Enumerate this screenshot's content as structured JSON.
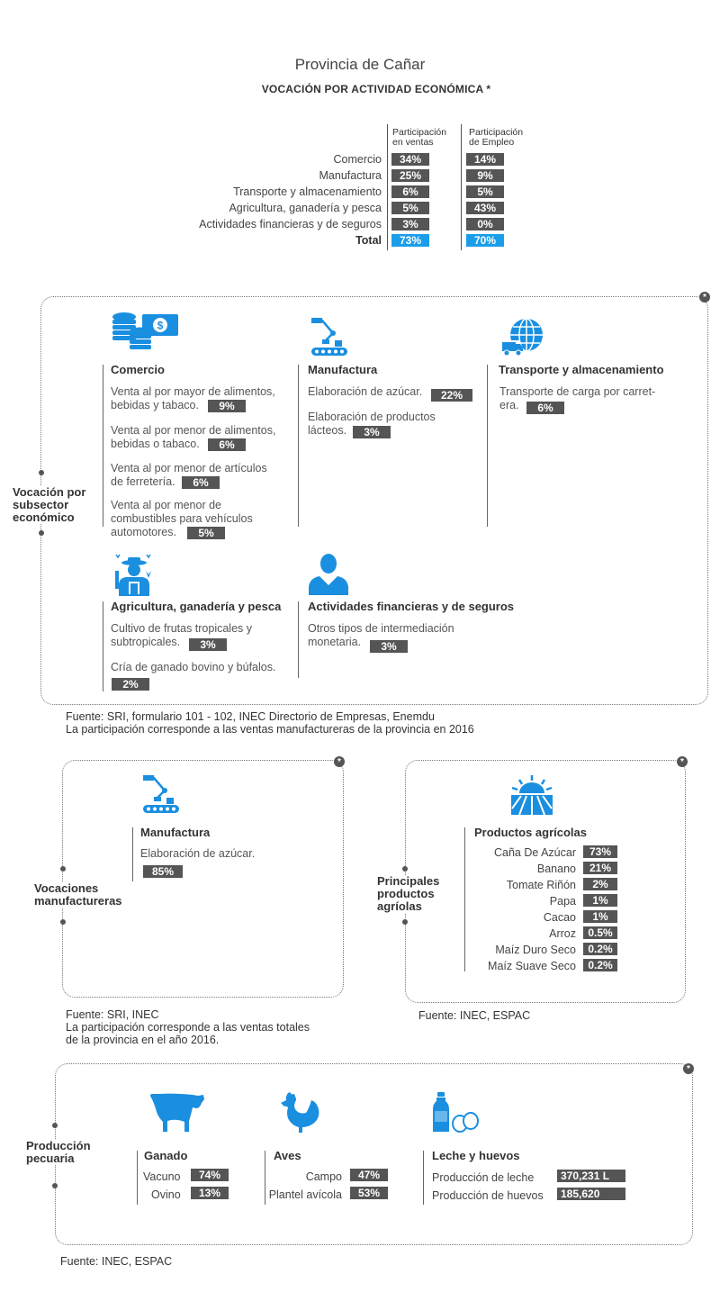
{
  "header": {
    "title": "Provincia de Cañar",
    "subtitle": "VOCACIÓN POR ACTIVIDAD ECONÓMICA *"
  },
  "summary": {
    "col1_header": [
      "Participación",
      "en ventas"
    ],
    "col2_header": [
      "Participación",
      "de Empleo"
    ],
    "rows": [
      {
        "label": "Comercio",
        "ventas": "34%",
        "empleo": "14%"
      },
      {
        "label": "Manufactura",
        "ventas": "25%",
        "empleo": "9%"
      },
      {
        "label": "Transporte y almacenamiento",
        "ventas": "6%",
        "empleo": "5%"
      },
      {
        "label": "Agricultura, ganadería y pesca",
        "ventas": "5%",
        "empleo": "43%"
      },
      {
        "label": "Actividades financieras y de seguros",
        "ventas": "3%",
        "empleo": "0%"
      }
    ],
    "total": {
      "label": "Total",
      "ventas": "73%",
      "empleo": "70%"
    }
  },
  "subsector": {
    "side_label": [
      "Vocación por",
      "subsector",
      "económico"
    ],
    "comercio": {
      "title": "Comercio",
      "items": [
        {
          "lines": [
            "Venta al por mayor de alimentos,",
            "bebidas y tabaco."
          ],
          "value": "9%"
        },
        {
          "lines": [
            "Venta al por menor de alimentos,",
            "bebidas o tabaco."
          ],
          "value": "6%"
        },
        {
          "lines": [
            "Venta al por menor de artículos",
            "de ferretería."
          ],
          "value": "6%"
        },
        {
          "lines": [
            "Venta al por menor de",
            "combustibles para vehículos",
            "automotores."
          ],
          "value": "5%"
        }
      ]
    },
    "manufactura": {
      "title": "Manufactura",
      "items": [
        {
          "lines": [
            "Elaboración de azúcar."
          ],
          "value": "22%"
        },
        {
          "lines": [
            "Elaboración de productos",
            "lácteos."
          ],
          "value": "3%"
        }
      ]
    },
    "transporte": {
      "title": "Transporte y almacenamiento",
      "items": [
        {
          "lines": [
            "Transporte de carga por carret-",
            "era."
          ],
          "value": "6%"
        }
      ]
    },
    "agricultura": {
      "title": "Agricultura, ganadería y pesca",
      "items": [
        {
          "lines": [
            "Cultivo de frutas tropicales y",
            "subtropicales."
          ],
          "value": "3%"
        },
        {
          "lines": [
            "Cría de ganado bovino y búfalos."
          ],
          "value": "2%"
        }
      ]
    },
    "financieras": {
      "title": "Actividades financieras y de seguros",
      "items": [
        {
          "lines": [
            "Otros tipos de intermediación",
            "monetaria."
          ],
          "value": "3%"
        }
      ]
    },
    "source": [
      "Fuente: SRI, formulario 101 - 102, INEC Directorio de Empresas, Enemdu",
      "La participación corresponde a las ventas manufactureras de la provincia en 2016"
    ]
  },
  "manufactureras": {
    "side_label": [
      "Vocaciones",
      "manufactureras"
    ],
    "title": "Manufactura",
    "item": "Elaboración de azúcar.",
    "value": "85%",
    "source": [
      "Fuente: SRI, INEC",
      "La participación corresponde a las ventas totales",
      "de la provincia en el año 2016."
    ]
  },
  "agricolas": {
    "side_label": [
      "Principales",
      "productos",
      "agríolas"
    ],
    "title": "Productos agrícolas",
    "rows": [
      {
        "label": "Caña De Azúcar",
        "value": "73%"
      },
      {
        "label": "Banano",
        "value": "21%"
      },
      {
        "label": "Tomate Riñón",
        "value": "2%"
      },
      {
        "label": "Papa",
        "value": "1%"
      },
      {
        "label": "Cacao",
        "value": "1%"
      },
      {
        "label": "Arroz",
        "value": "0.5%"
      },
      {
        "label": "Maíz Duro Seco",
        "value": "0.2%"
      },
      {
        "label": "Maíz Suave Seco",
        "value": "0.2%"
      }
    ],
    "source": "Fuente: INEC, ESPAC"
  },
  "pecuaria": {
    "side_label": [
      "Producción",
      "pecuaria"
    ],
    "ganado": {
      "title": "Ganado",
      "rows": [
        {
          "label": "Vacuno",
          "value": "74%"
        },
        {
          "label": "Ovino",
          "value": "13%"
        }
      ]
    },
    "aves": {
      "title": "Aves",
      "rows": [
        {
          "label": "Campo",
          "value": "47%"
        },
        {
          "label": "Plantel avícola",
          "value": "53%"
        }
      ]
    },
    "leche": {
      "title": "Leche y huevos",
      "rows": [
        {
          "label": "Producción de leche",
          "value": "370,231 L"
        },
        {
          "label": "Producción de huevos",
          "value": "185,620"
        }
      ]
    },
    "source": "Fuente: INEC, ESPAC"
  },
  "corner_mark": "*",
  "colors": {
    "badge": "#555555",
    "accent": "#1a9ee9",
    "icon": "#1a8fe0"
  }
}
